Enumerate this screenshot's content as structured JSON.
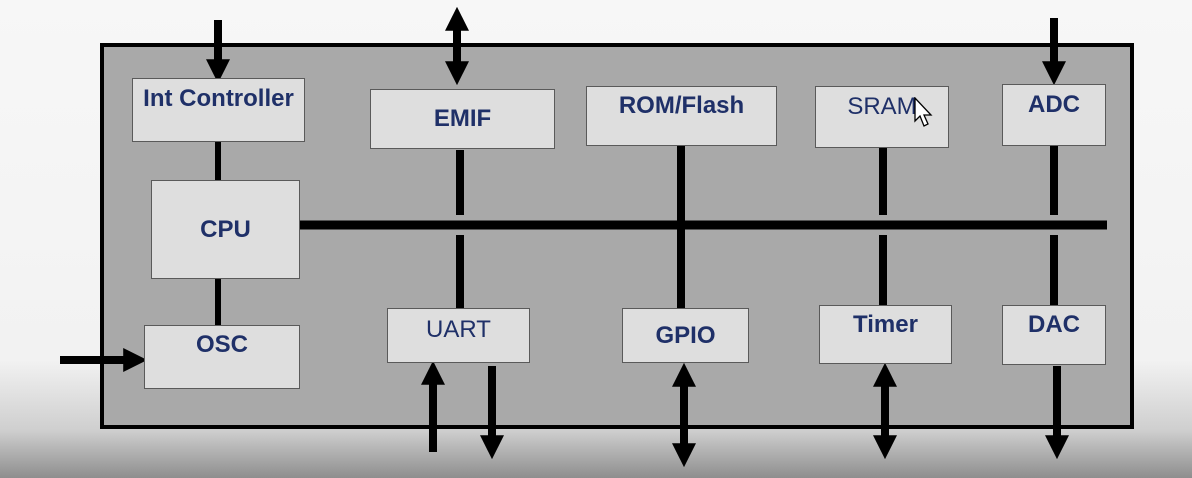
{
  "colors": {
    "chip_fill": "#a9a9a9",
    "block_fill": "#dedede",
    "label_text": "#1f3068",
    "bus": "#000000"
  },
  "blocks": {
    "int_controller": "Int Controller",
    "cpu": "CPU",
    "osc": "OSC",
    "emif": "EMIF",
    "uart": "UART",
    "rom_flash": "ROM/Flash",
    "gpio": "GPIO",
    "sram": "SRAM",
    "timer": "Timer",
    "adc": "ADC",
    "dac": "DAC"
  }
}
